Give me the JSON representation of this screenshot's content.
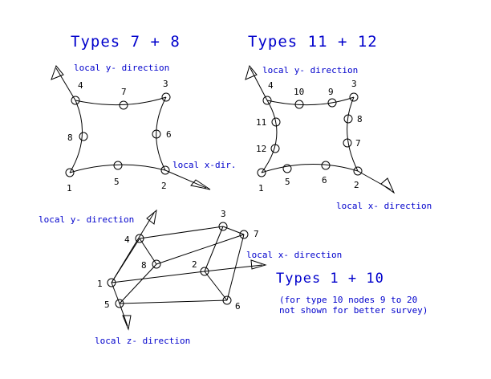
{
  "titles": {
    "types_7_8": "Types 7 + 8",
    "types_11_12": "Types 11 + 12",
    "types_1_10": "Types 1 + 10"
  },
  "labels": {
    "d1_local_y": "local y- direction",
    "d1_local_x": "local x-dir.",
    "d2_local_y": "local y- direction",
    "d2_local_x": "local x- direction",
    "d3_local_y": "local y- direction",
    "d3_local_x": "local x- direction",
    "d3_local_z": "local z- direction",
    "note_line1": "(for type 10 nodes 9 to 20",
    "note_line2": "not shown for better survey)"
  },
  "nodes": {
    "d1": [
      "1",
      "2",
      "3",
      "4",
      "5",
      "6",
      "7",
      "8"
    ],
    "d2": [
      "1",
      "2",
      "3",
      "4",
      "5",
      "6",
      "7",
      "8",
      "9",
      "10",
      "11",
      "12"
    ],
    "d3": [
      "1",
      "2",
      "3",
      "4",
      "5",
      "6",
      "7",
      "8"
    ]
  }
}
